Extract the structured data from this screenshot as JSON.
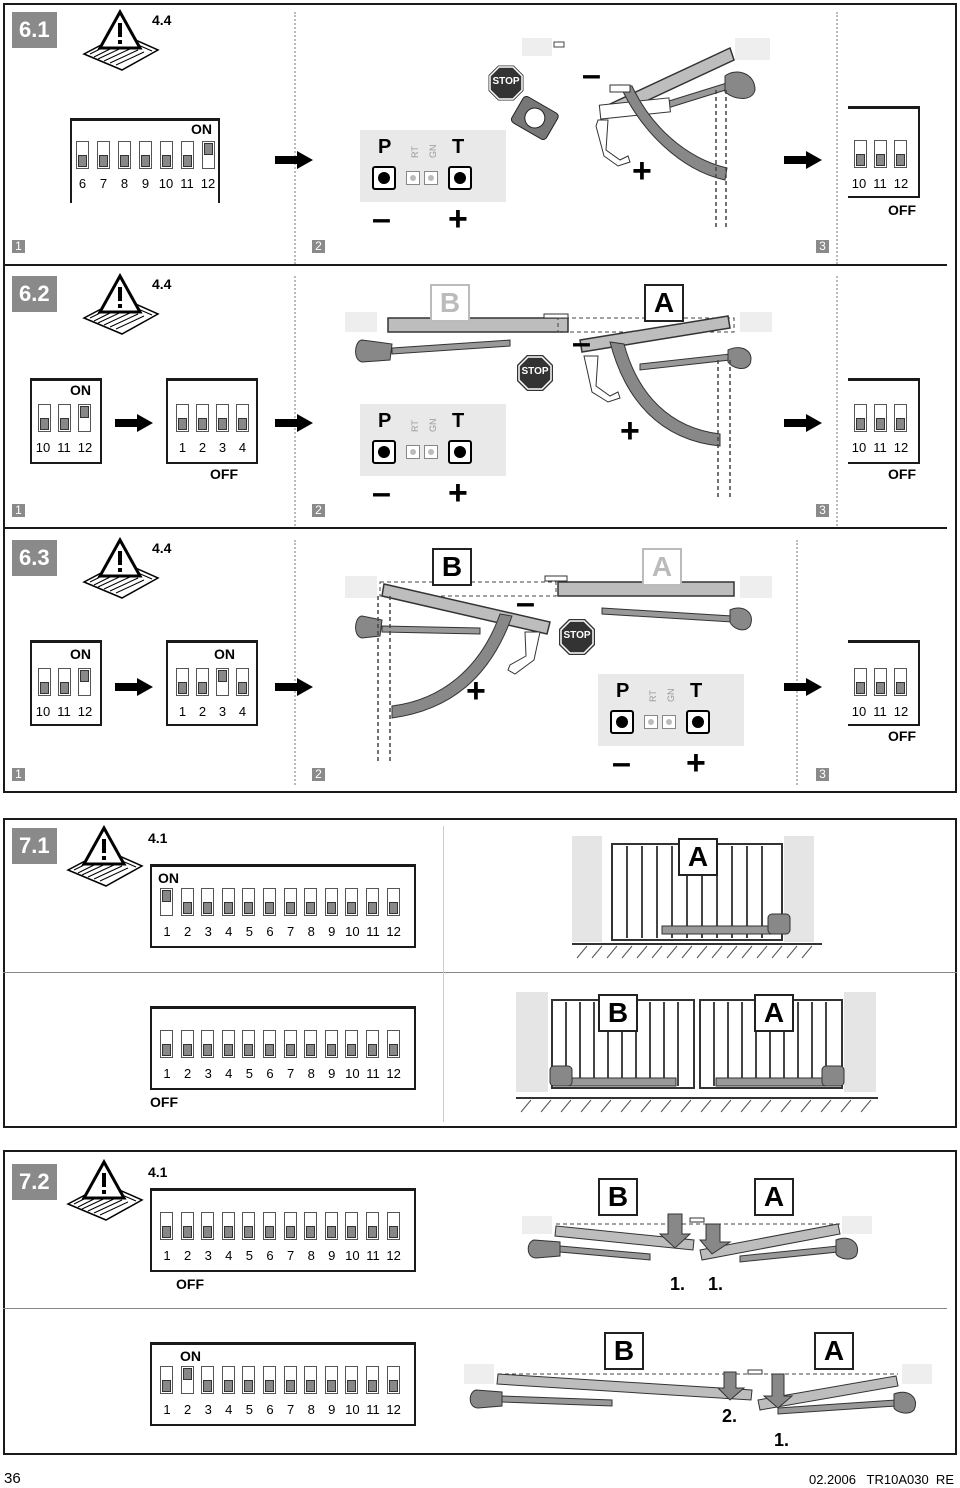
{
  "sec61": {
    "label": "6.1",
    "ref": "4.4",
    "step1": "1",
    "step2": "2",
    "step3": "3",
    "dip_on": "ON",
    "dip_nums": [
      "6",
      "7",
      "8",
      "9",
      "10",
      "11",
      "12"
    ],
    "dip2_nums": [
      "10",
      "11",
      "12"
    ],
    "dip2_off": "OFF",
    "P": "P",
    "T": "T",
    "RT": "RT",
    "GN": "GN",
    "minus": "–",
    "plus": "+"
  },
  "sec62": {
    "label": "6.2",
    "ref": "4.4",
    "step1": "1",
    "step2": "2",
    "step3": "3",
    "dipA_on": "ON",
    "dipA_nums": [
      "10",
      "11",
      "12"
    ],
    "dipB_nums": [
      "1",
      "2",
      "3",
      "4"
    ],
    "dipB_off": "OFF",
    "dipC_nums": [
      "10",
      "11",
      "12"
    ],
    "dipC_off": "OFF",
    "gateB": "B",
    "gateA": "A",
    "P": "P",
    "T": "T",
    "RT": "RT",
    "GN": "GN",
    "minus": "–",
    "plus": "+"
  },
  "sec63": {
    "label": "6.3",
    "ref": "4.4",
    "step1": "1",
    "step2": "2",
    "step3": "3",
    "dipA_on": "ON",
    "dipA_nums": [
      "10",
      "11",
      "12"
    ],
    "dipB_on": "ON",
    "dipB_nums": [
      "1",
      "2",
      "3",
      "4"
    ],
    "dipC_nums": [
      "10",
      "11",
      "12"
    ],
    "dipC_off": "OFF",
    "gateB": "B",
    "gateA": "A",
    "P": "P",
    "T": "T",
    "RT": "RT",
    "GN": "GN",
    "minus": "–",
    "plus": "+"
  },
  "sec71": {
    "label": "7.1",
    "ref": "4.1",
    "dip1_on": "ON",
    "nums": [
      "1",
      "2",
      "3",
      "4",
      "5",
      "6",
      "7",
      "8",
      "9",
      "10",
      "11",
      "12"
    ],
    "dip2_off": "OFF",
    "gateA": "A",
    "gateB": "B",
    "gateA2": "A"
  },
  "sec72": {
    "label": "7.2",
    "ref": "4.1",
    "nums": [
      "1",
      "2",
      "3",
      "4",
      "5",
      "6",
      "7",
      "8",
      "9",
      "10",
      "11",
      "12"
    ],
    "dip1_off": "OFF",
    "dip2_on": "ON",
    "gateB": "B",
    "gateA": "A",
    "gateB2": "B",
    "gateA2": "A",
    "s1a": "1.",
    "s1b": "1.",
    "s2": "2.",
    "s2b": "1."
  },
  "stop": "STOP",
  "footer": {
    "page": "36",
    "doc": "02.2006   TR10A030  RE"
  }
}
